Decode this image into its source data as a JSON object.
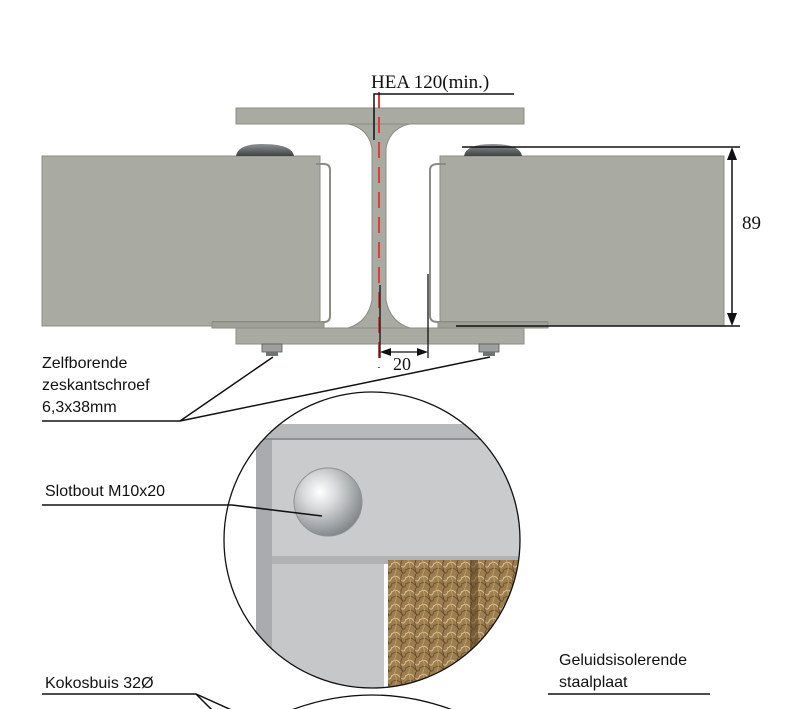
{
  "labels": {
    "beam_profile": "HEA 120(min.)",
    "height_dim": "89",
    "gap_dim": "20",
    "screw_line1": "Zelfborende",
    "screw_line2": "zeskantschroef",
    "screw_line3": "6,3x38mm",
    "carriage_bolt": "Slotbout M10x20",
    "coconut_tube": "Kokosbuis 32Ø",
    "plate_line1": "Geluidsisolerende",
    "plate_line2": "staalplaat"
  },
  "colors": {
    "steel": "#a9aaa1",
    "steel_dark": "#8b8c84",
    "panel_light": "#c9cbcd",
    "coir": "#a88a5a",
    "centerline": "#e03a3a",
    "line": "#111111"
  }
}
